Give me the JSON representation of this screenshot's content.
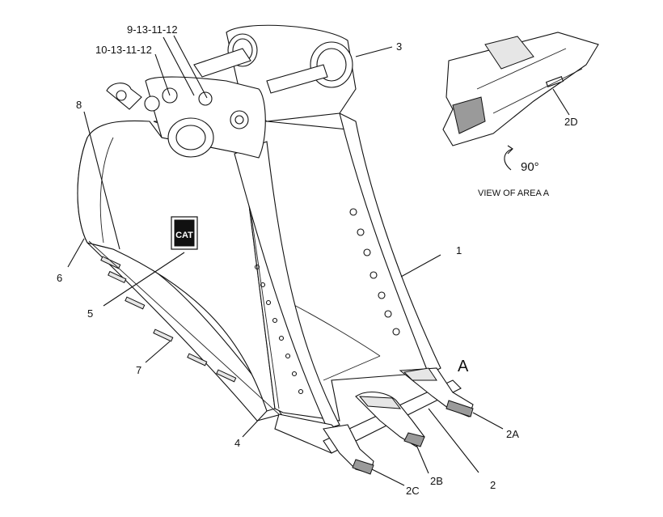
{
  "callouts": {
    "c1": "1",
    "c2": "2",
    "c2a": "2A",
    "c2b": "2B",
    "c2c": "2C",
    "c2d": "2D",
    "c3": "3",
    "c4": "4",
    "c5": "5",
    "c6": "6",
    "c7": "7",
    "c8": "8",
    "c9": "9-13-11-12",
    "c10": "10-13-11-12",
    "area_marker": "A"
  },
  "inset": {
    "rotation": "90°",
    "caption": "VIEW OF AREA  A"
  },
  "decal_text": "CAT"
}
